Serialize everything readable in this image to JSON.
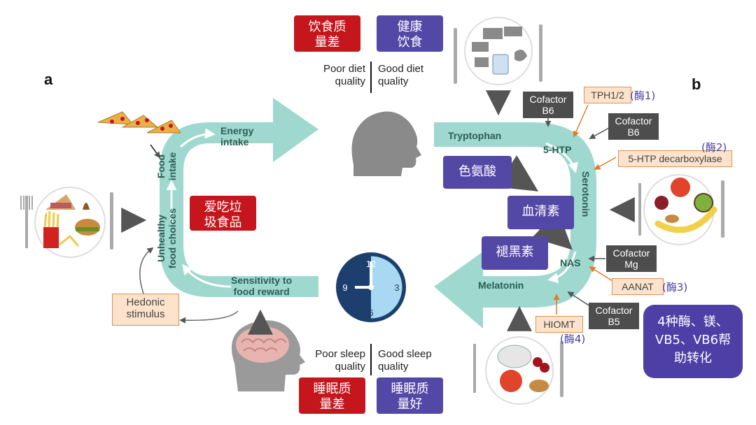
{
  "panel_labels": {
    "a": "a",
    "b": "b"
  },
  "top": {
    "poor_cn": "饮食质\n量差",
    "good_cn": "健康\n饮食",
    "poor_en": "Poor diet\nquality",
    "good_en": "Good diet\nquality"
  },
  "bottom": {
    "poor_cn": "睡眠质\n量差",
    "good_cn": "睡眠质\n量好",
    "poor_en": "Poor sleep\nquality",
    "good_en": "Good sleep\nquality"
  },
  "cycle_a": {
    "energy_intake": "Energy\nintake",
    "food_intake": "Food\nintake",
    "unhealthy": "Unhealthy\nfood choices",
    "sensitivity": "Sensitivity to\nfood reward",
    "junk_food_cn": "爱吃垃\n圾食品",
    "hedonic": "Hedonic\nstimulus"
  },
  "cycle_b": {
    "tryptophan": "Tryptophan",
    "htp": "5-HTP",
    "serotonin": "Serotonin",
    "nas": "NAS",
    "melatonin": "Melatonin",
    "tryptophan_cn": "色氨酸",
    "serotonin_cn": "血清素",
    "melatonin_cn": "褪黑素"
  },
  "cofactors": {
    "b6_1": "Cofactor\nB6",
    "b6_2": "Cofactor\nB6",
    "mg": "Cofactor\nMg",
    "b5": "Cofactor\nB5"
  },
  "enzymes": {
    "tph": "TPH1/2",
    "tph_cn": "(酶1)",
    "decarbox": "5-HTP decarboxylase",
    "decarbox_cn": "(酶2)",
    "aanat": "AANAT",
    "aanat_cn": "(酶3)",
    "hiomt": "HIOMT",
    "hiomt_cn": "(酶4)"
  },
  "summary_cn": "4种酶、镁、\nVB5、VB6帮\n助转化",
  "clock": {
    "n12": "12",
    "n3": "3",
    "n6": "6",
    "n9": "9"
  },
  "icons": [
    "pizza-icon",
    "junk-food-plate-icon",
    "farm-animals-plate-icon",
    "fruit-plate-icon",
    "protein-plate-icon",
    "head-silhouette-icon",
    "brain-head-icon",
    "clock-icon"
  ],
  "colors": {
    "arrow_teal": "#9fd8cf",
    "red": "#c4161c",
    "purple": "#5448a6",
    "cofactor_gray": "#4d4d4d",
    "enzyme_fill": "#fde3cc",
    "enzyme_border": "#e58f4b"
  }
}
